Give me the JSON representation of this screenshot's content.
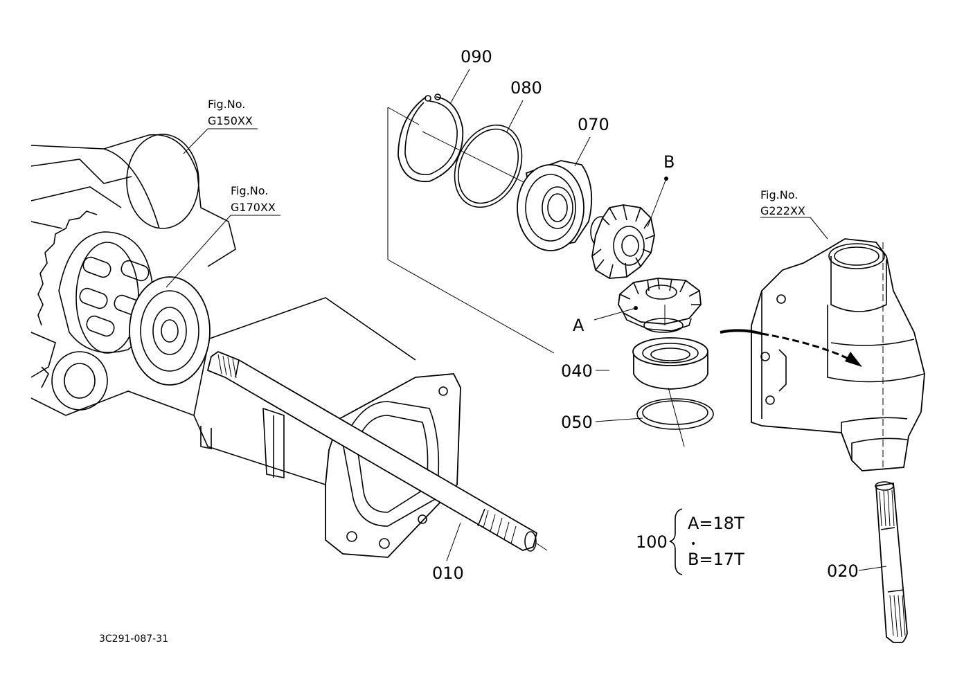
{
  "figure": {
    "drawing_code": "3C291-087-31"
  },
  "references": {
    "g150": {
      "title": "Fig.No.",
      "code": "G150XX"
    },
    "g170": {
      "title": "Fig.No.",
      "code": "G170XX"
    },
    "g222": {
      "title": "Fig.No.",
      "code": "G222XX"
    }
  },
  "parts": {
    "p010": "010",
    "p020": "020",
    "p040": "040",
    "p050": "050",
    "p070": "070",
    "p080": "080",
    "p090": "090",
    "p100": "100"
  },
  "gears": {
    "a_label": "A",
    "b_label": "B",
    "kit_a": "A=18T",
    "kit_dot": "•",
    "kit_b": "B=17T"
  }
}
